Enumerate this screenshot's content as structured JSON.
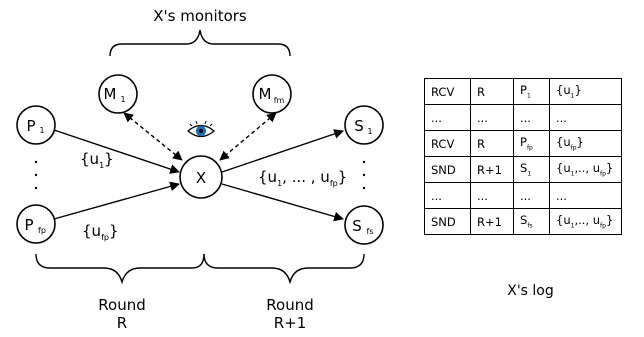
{
  "monitors_label": "X's monitors",
  "nodes": {
    "center": "X",
    "monitor_first": {
      "base": "M",
      "sub": "1"
    },
    "monitor_last": {
      "base": "M",
      "sub": "fm"
    },
    "sender_first": {
      "base": "P",
      "sub": "1"
    },
    "sender_last": {
      "base": "P",
      "sub": "fp"
    },
    "receiver_first": {
      "base": "S",
      "sub": "1"
    },
    "receiver_last": {
      "base": "S",
      "sub": "fs"
    }
  },
  "edge_labels": {
    "in_first": "{u1}",
    "in_last": "{ufp}",
    "out_all": "{u1, ... , ufp}"
  },
  "round_left": {
    "line1": "Round",
    "line2": "R"
  },
  "round_right": {
    "line1": "Round",
    "line2": "R+1"
  },
  "log_caption": "X's log",
  "log_rows": [
    [
      "RCV",
      "R",
      "P1",
      "{u1}"
    ],
    [
      "...",
      "...",
      "...",
      "..."
    ],
    [
      "RCV",
      "R",
      "Pfp",
      "{ufp}"
    ],
    [
      "SND",
      "R+1",
      "S1",
      "{u1,.., ufp}"
    ],
    [
      "...",
      "...",
      "...",
      "..."
    ],
    [
      "SND",
      "R+1",
      "Sfs",
      "{u1,.., ufp}"
    ]
  ]
}
